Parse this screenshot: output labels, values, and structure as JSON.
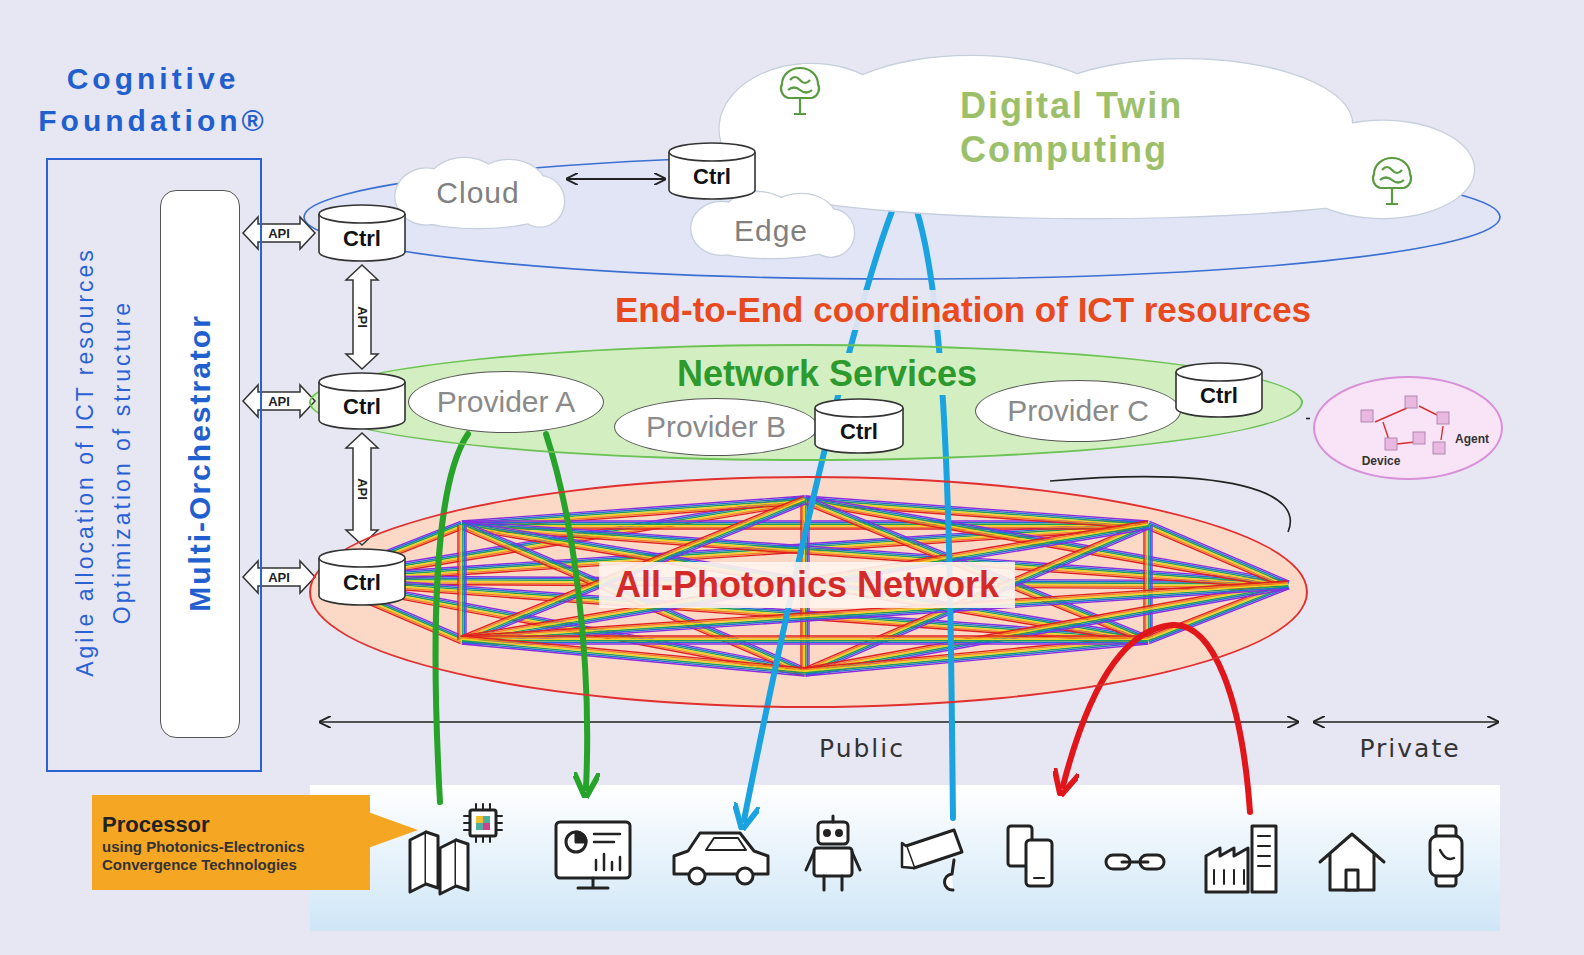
{
  "diagram": {
    "nodes": [
      {
        "text": [
          "Cognitive Foundation®",
          "Agile allocation of ICT resources",
          "Optimization of structure"
        ]
      },
      {
        "text": [
          "Multi-Orchestrator"
        ],
        "in": 0
      },
      {
        "text": [
          "Digital Twin Computing"
        ]
      },
      {
        "text": [
          "Cloud"
        ]
      },
      {
        "text": [
          "Edge"
        ]
      },
      {
        "text": [
          "Ctrl"
        ]
      },
      {
        "text": [
          "Ctrl"
        ]
      },
      {
        "text": [
          "Network Services"
        ]
      },
      {
        "text": [
          "Ctrl"
        ],
        "in": 7
      },
      {
        "text": [
          "Provider A"
        ],
        "in": 7
      },
      {
        "text": [
          "Provider B"
        ],
        "in": 7
      },
      {
        "text": [
          "Ctrl"
        ],
        "in": 7
      },
      {
        "text": [
          "Provider C"
        ],
        "in": 7
      },
      {
        "text": [
          "Ctrl"
        ],
        "in": 7
      },
      {
        "text": [
          "Device",
          "Agent"
        ]
      },
      {
        "text": [
          "All-Photonics Network"
        ]
      },
      {
        "text": [
          "Ctrl"
        ],
        "in": 15
      },
      {
        "text": [
          "Processor",
          "using Photonics-Electronics Convergence Technologies"
        ]
      }
    ],
    "edges": [
      {
        "from": 1,
        "to": 6,
        "label": "API",
        "arrow": "both"
      },
      {
        "from": 1,
        "to": 8,
        "label": "API",
        "arrow": "both"
      },
      {
        "from": 1,
        "to": 16,
        "label": "API",
        "arrow": "both"
      },
      {
        "from": 6,
        "to": 8,
        "label": "API",
        "arrow": "both"
      },
      {
        "from": 8,
        "to": 16,
        "label": "API",
        "arrow": "both"
      },
      {
        "from": 3,
        "to": 5,
        "arrow": "both"
      },
      {
        "from": 7,
        "to": 14,
        "arrow": "none"
      }
    ],
    "labels": [
      "End-to-End coordination of ICT resources",
      "Public",
      "Private"
    ]
  }
}
